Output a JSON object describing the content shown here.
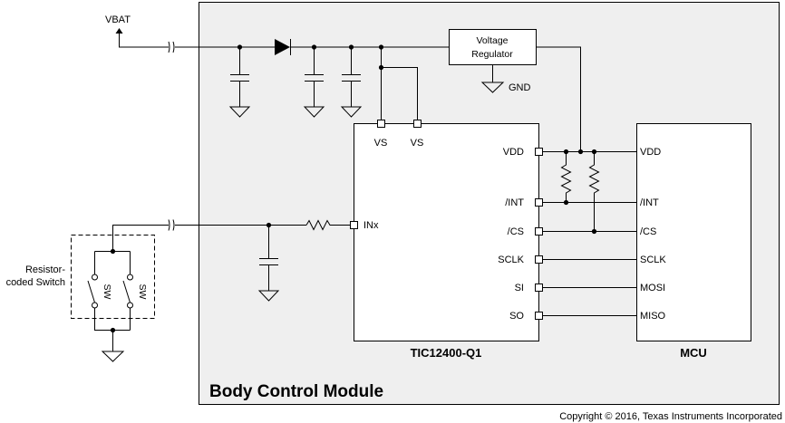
{
  "vbat_label": "VBAT",
  "gnd_label": "GND",
  "regulator": {
    "line1": "Voltage",
    "line2": "Regulator"
  },
  "ic": {
    "name": "TIC12400-Q1",
    "pins": {
      "vs1": "VS",
      "vs2": "VS",
      "inx": "INx",
      "vdd": "VDD",
      "int": "/INT",
      "cs": "/CS",
      "sclk": "SCLK",
      "si": "SI",
      "so": "SO"
    }
  },
  "mcu": {
    "name": "MCU",
    "pins": {
      "vdd": "VDD",
      "int": "/INT",
      "cs": "/CS",
      "sclk": "SCLK",
      "mosi": "MOSI",
      "miso": "MISO"
    }
  },
  "module_label": "Body Control Module",
  "switch_block": {
    "label_line1": "Resistor-",
    "label_line2": "coded Switch",
    "sw1": "SW",
    "sw2": "SW"
  },
  "copyright": "Copyright © 2016, Texas Instruments Incorporated"
}
